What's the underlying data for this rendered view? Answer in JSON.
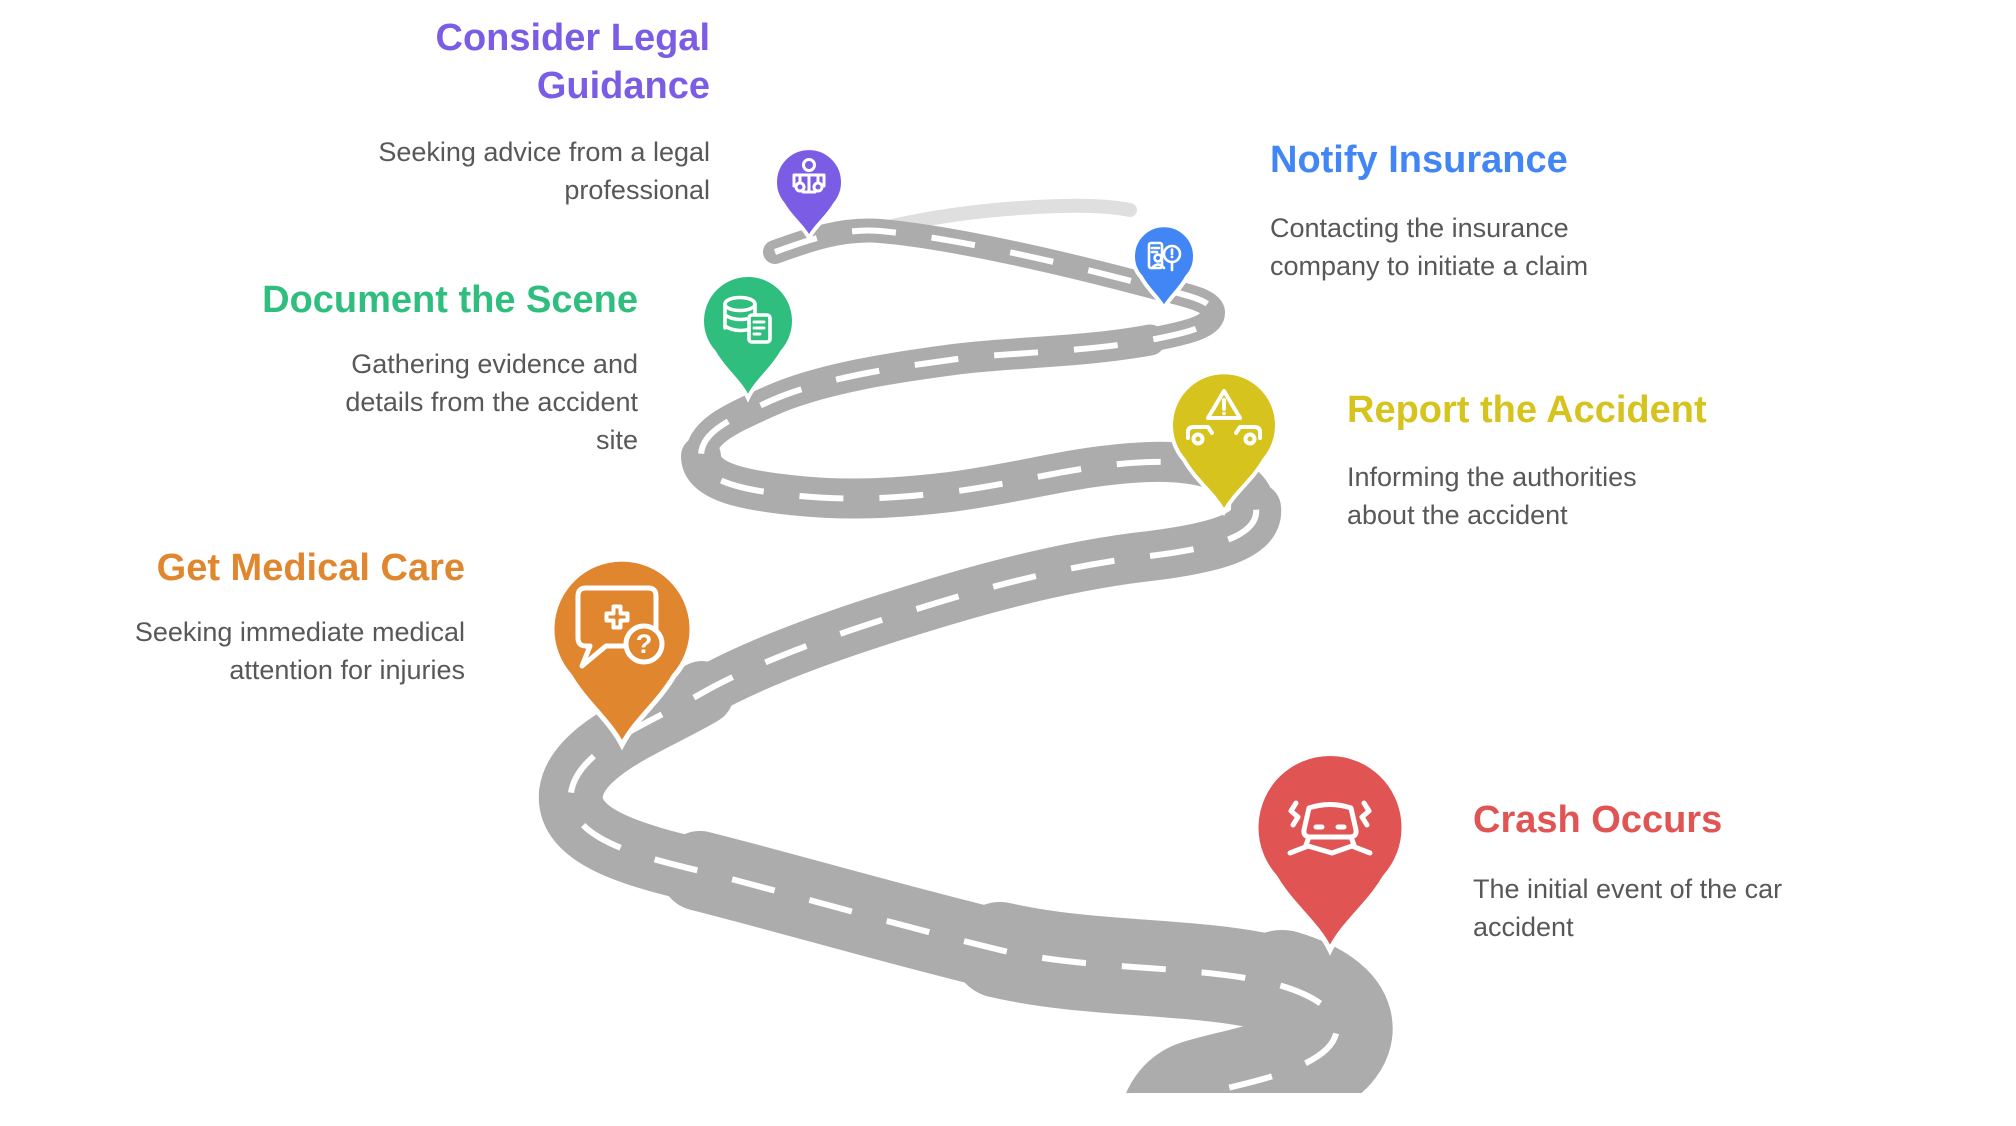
{
  "infographic": {
    "theme": "car-accident-steps-roadmap",
    "road": {
      "color": "#ACACAC",
      "faded_color": "#D9D9D9",
      "dash_color": "#FFFFFF"
    },
    "text_color": "#58585A"
  },
  "steps": [
    {
      "id": "crash-occurs",
      "title": "Crash Occurs",
      "description": "The initial event of the car accident",
      "color": "#E05454",
      "icon": "crashed-car-icon"
    },
    {
      "id": "get-medical-care",
      "title": "Get Medical Care",
      "description": "Seeking immediate medical attention for injuries",
      "color": "#E0862F",
      "icon": "medical-help-bubble-icon"
    },
    {
      "id": "report-the-accident",
      "title": "Report the Accident",
      "description": "Informing the authorities about the accident",
      "color": "#D6C31E",
      "icon": "collision-warning-icon"
    },
    {
      "id": "document-the-scene",
      "title": "Document the Scene",
      "description": "Gathering evidence and details from the accident site",
      "color": "#2FBE7D",
      "icon": "evidence-database-icon"
    },
    {
      "id": "notify-insurance",
      "title": "Notify Insurance",
      "description": "Contacting the insurance company to initiate a claim",
      "color": "#4285F4",
      "icon": "insurance-claim-icon"
    },
    {
      "id": "consider-legal-guidance",
      "title": "Consider Legal Guidance",
      "description": "Seeking advice from a legal professional",
      "color": "#7B5CE5",
      "icon": "legal-scales-icon"
    }
  ]
}
